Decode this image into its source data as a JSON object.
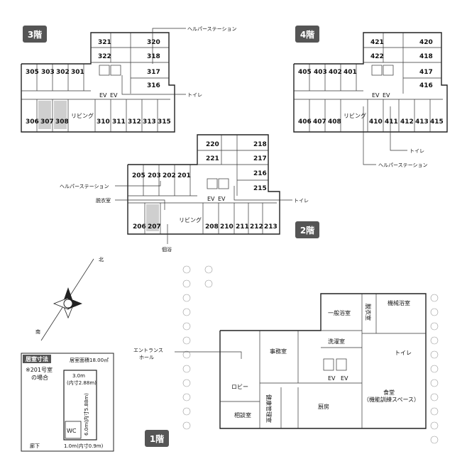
{
  "floors": {
    "f3": {
      "badge": "3階",
      "rooms_top_right": [
        "321",
        "322",
        "320",
        "318",
        "317",
        "316"
      ],
      "rooms_left_top": [
        "305",
        "303",
        "302",
        "301"
      ],
      "rooms_bottom": [
        "306",
        "307",
        "308",
        "310",
        "311",
        "312",
        "313",
        "315"
      ],
      "ev1": "EV",
      "ev2": "EV",
      "living": "リビング",
      "callout_helper": "ヘルパーステーション",
      "callout_toilet": "トイレ"
    },
    "f4": {
      "badge": "4階",
      "rooms_top_right": [
        "421",
        "422",
        "420",
        "418",
        "417",
        "416"
      ],
      "rooms_left_top": [
        "405",
        "403",
        "402",
        "401"
      ],
      "rooms_bottom": [
        "406",
        "407",
        "408",
        "410",
        "411",
        "412",
        "413",
        "415"
      ],
      "ev1": "EV",
      "ev2": "EV",
      "living": "リビング",
      "callout_toilet": "トイレ",
      "callout_helper": "ヘルパーステーション"
    },
    "f2": {
      "badge": "2階",
      "rooms_top_right": [
        "220",
        "221",
        "218",
        "217",
        "216",
        "215"
      ],
      "rooms_left_top": [
        "205",
        "203",
        "202",
        "201"
      ],
      "rooms_bottom": [
        "206",
        "207",
        "208",
        "210",
        "211",
        "212",
        "213"
      ],
      "ev1": "EV",
      "ev2": "EV",
      "living": "リビング",
      "callout_helper": "ヘルパーステーション",
      "callout_dressing": "脱衣室",
      "callout_toilet": "トイレ",
      "callout_bath": "個浴"
    },
    "f1": {
      "badge": "1階",
      "bath_general": "一般浴室",
      "dressing": "脱衣室",
      "machine_bath": "機械浴室",
      "laundry": "洗濯室",
      "office": "事務室",
      "toilet": "トイレ",
      "entrance": "エントランス\nホール",
      "ev1": "EV",
      "ev2": "EV",
      "lobby": "ロビー",
      "health": "健康管理室",
      "kitchen": "厨房",
      "dining": "食堂\n（機能訓練スペース）",
      "consult": "相談室"
    }
  },
  "compass": {
    "north": "北",
    "south": "南"
  },
  "room_size": {
    "title": "居室寸法",
    "area": "居室面積18.00㎡",
    "case": "※201号室\nの場合",
    "dim_top": "3.0m",
    "dim_top_inner": "(内寸2.88m)",
    "dim_side": "6.0m(内寸5.88m)",
    "wc": "WC",
    "corridor": "廊下",
    "dim_bottom": "1.0m(内寸0.9m)"
  },
  "colors": {
    "badge": "#555555",
    "shade": "#cfcfcf"
  }
}
